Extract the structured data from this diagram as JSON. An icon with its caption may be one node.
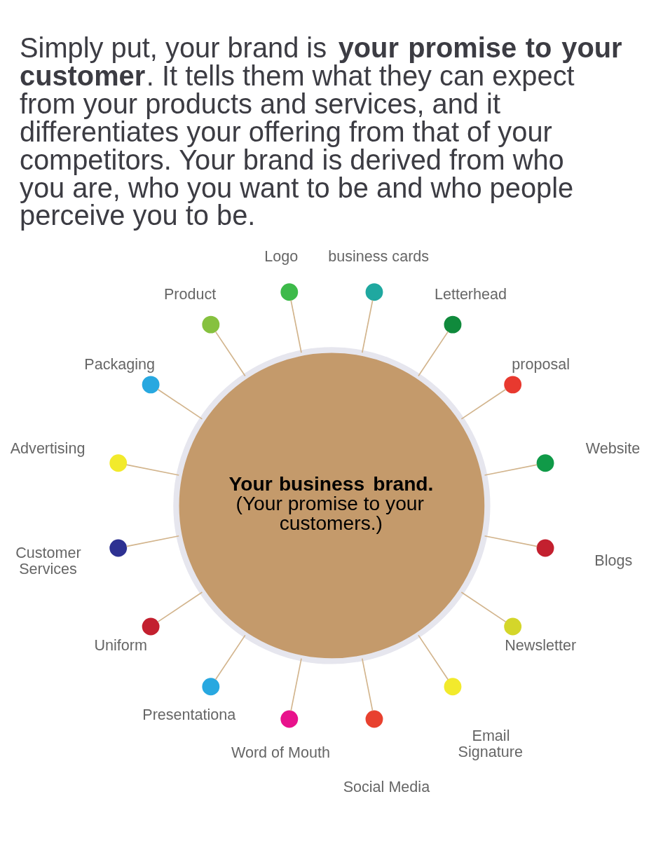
{
  "diagram": {
    "title": "Simply put, your brand is **your promise to your customer**. It tells them what they can expect from your products and services, and it differentiates your offering from that of your competitors. Your brand is derived from who you are, who you want to be and who people perceive you to be.",
    "nodes": [
      {
        "text": [
          "Your business brand.",
          "(Your promise to your customers.)"
        ]
      },
      {
        "text": [],
        "shape": "circle",
        "beside": [
          "Logo"
        ]
      },
      {
        "text": [],
        "shape": "circle",
        "beside": [
          "business cards"
        ]
      },
      {
        "text": [],
        "shape": "circle",
        "beside": [
          "Letterhead"
        ]
      },
      {
        "text": [],
        "shape": "circle",
        "beside": [
          "proposal"
        ]
      },
      {
        "text": [],
        "shape": "circle",
        "beside": [
          "Website"
        ]
      },
      {
        "text": [],
        "shape": "circle",
        "beside": [
          "Blogs"
        ]
      },
      {
        "text": [],
        "shape": "circle",
        "beside": [
          "Newsletter"
        ]
      },
      {
        "text": [],
        "shape": "circle",
        "beside": [
          "Email Signature"
        ]
      },
      {
        "text": [],
        "shape": "circle",
        "beside": [
          "Social Media"
        ]
      },
      {
        "text": [],
        "shape": "circle",
        "beside": [
          "Word of Mouth"
        ]
      },
      {
        "text": [],
        "shape": "circle",
        "beside": [
          "Presentationa"
        ]
      },
      {
        "text": [],
        "shape": "circle",
        "beside": [
          "Uniform"
        ]
      },
      {
        "text": [],
        "shape": "circle",
        "beside": [
          "Customer Services"
        ]
      },
      {
        "text": [],
        "shape": "circle",
        "beside": [
          "Advertising"
        ]
      },
      {
        "text": [],
        "shape": "circle",
        "beside": [
          "Packaging"
        ]
      },
      {
        "text": [],
        "shape": "circle",
        "beside": [
          "Product"
        ]
      }
    ],
    "edges": [
      {
        "from": 0,
        "to": 1,
        "arrow": "none"
      },
      {
        "from": 0,
        "to": 2,
        "arrow": "none"
      },
      {
        "from": 0,
        "to": 3,
        "arrow": "none"
      },
      {
        "from": 0,
        "to": 4,
        "arrow": "none"
      },
      {
        "from": 0,
        "to": 5,
        "arrow": "none"
      },
      {
        "from": 0,
        "to": 6,
        "arrow": "none"
      },
      {
        "from": 0,
        "to": 7,
        "arrow": "none"
      },
      {
        "from": 0,
        "to": 8,
        "arrow": "none"
      },
      {
        "from": 0,
        "to": 9,
        "arrow": "none"
      },
      {
        "from": 0,
        "to": 10,
        "arrow": "none"
      },
      {
        "from": 0,
        "to": 11,
        "arrow": "none"
      },
      {
        "from": 0,
        "to": 12,
        "arrow": "none"
      },
      {
        "from": 0,
        "to": 13,
        "arrow": "none"
      },
      {
        "from": 0,
        "to": 14,
        "arrow": "none"
      },
      {
        "from": 0,
        "to": 15,
        "arrow": "none"
      },
      {
        "from": 0,
        "to": 16,
        "arrow": "none"
      }
    ]
  }
}
